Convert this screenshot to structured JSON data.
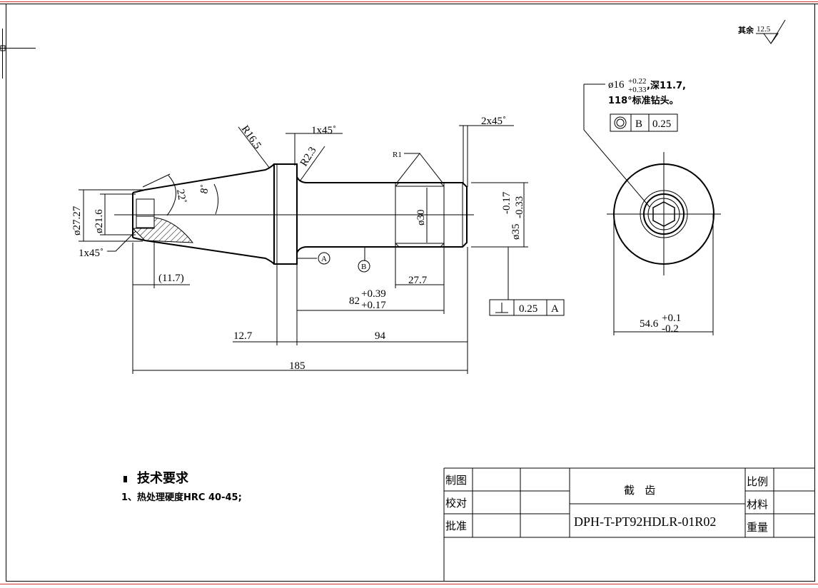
{
  "drawing": {
    "part_name": "截   齿",
    "drawing_number": "DPH-T-PT92HDLR-01R02",
    "surface_finish": {
      "label": "其余",
      "value": "12.5"
    },
    "title_block": {
      "drawn": "制图",
      "checked": "校对",
      "approved": "批准",
      "scale": "比例",
      "material": "材料",
      "weight": "重量"
    },
    "tech_requirements": {
      "heading": "技术要求",
      "items": [
        "1、热处理硬度HRC 40-45;"
      ]
    },
    "side_view": {
      "dims": {
        "r16_5": "R16.5",
        "chamfer_top": "1x45˚",
        "r2_3": "R2.3",
        "chamfer_2x45": "2x45˚",
        "r1": "R1",
        "angle_22": "22˚",
        "angle_8": "8˚",
        "dia_27_27": "ø27.27",
        "dia_21_6": "ø21.6",
        "chamfer_left": "1x45˚",
        "dia_30": "ø30",
        "dia_35": "ø35",
        "dia_35_upper": "-0.17",
        "dia_35_lower": "-0.33",
        "len_11_7": "(11.7)",
        "len_27_7": "27.7",
        "len_82": "82",
        "len_82_upper": "+0.39",
        "len_82_lower": "+0.17",
        "len_12_7": "12.7",
        "len_94": "94",
        "len_185": "185"
      },
      "datums": {
        "a": "A",
        "b": "B"
      },
      "perpendicularity": {
        "tolerance": "0.25",
        "datum": "A"
      }
    },
    "end_view": {
      "hole_note_line1_prefix": "ø16",
      "hole_note_upper": "+0.22",
      "hole_note_lower": "+0.33",
      "hole_note_line1_suffix": ",深11.7,",
      "hole_note_line2": "118°标准钻头。",
      "concentricity": {
        "datum": "B",
        "tolerance": "0.25"
      },
      "dia_main": "54.6",
      "dia_upper": "+0.1",
      "dia_lower": "-0.2"
    }
  }
}
